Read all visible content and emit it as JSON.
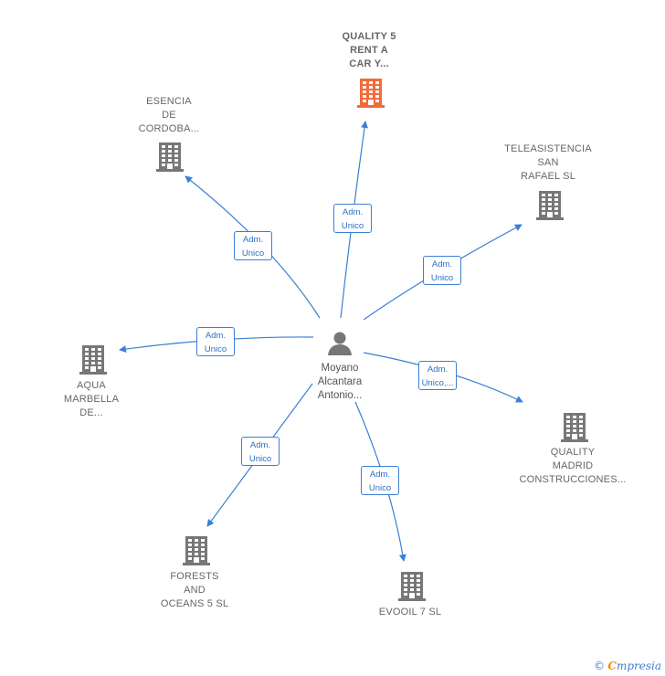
{
  "center": {
    "name_lines": [
      "Moyano",
      "Alcantara",
      "Antonio..."
    ],
    "icon": "person-icon"
  },
  "nodes": [
    {
      "id": "quality5",
      "lines": [
        "QUALITY 5",
        "RENT A",
        "CAR Y..."
      ],
      "icon": "building-icon",
      "highlight": true,
      "color": "#f26b3a"
    },
    {
      "id": "esencia",
      "lines": [
        "ESENCIA",
        "DE",
        "CORDOBA..."
      ],
      "icon": "building-icon",
      "highlight": false,
      "color": "#777777"
    },
    {
      "id": "teleasistencia",
      "lines": [
        "TELEASISTENCIA",
        "SAN",
        "RAFAEL SL"
      ],
      "icon": "building-icon",
      "highlight": false,
      "color": "#777777"
    },
    {
      "id": "aqua",
      "lines": [
        "AQUA",
        "MARBELLA",
        "DE..."
      ],
      "icon": "building-icon",
      "highlight": false,
      "color": "#777777"
    },
    {
      "id": "quality-madrid",
      "lines": [
        "QUALITY",
        "MADRID",
        "CONSTRUCCIONES..."
      ],
      "icon": "building-icon",
      "highlight": false,
      "color": "#777777"
    },
    {
      "id": "forests",
      "lines": [
        "FORESTS",
        "AND",
        "OCEANS 5  SL"
      ],
      "icon": "building-icon",
      "highlight": false,
      "color": "#777777"
    },
    {
      "id": "evooil",
      "lines": [
        "EVOOIL 7 SL"
      ],
      "icon": "building-icon",
      "highlight": false,
      "color": "#777777"
    }
  ],
  "edges": [
    {
      "to": "quality5",
      "label_lines": [
        "Adm.",
        "Unico"
      ]
    },
    {
      "to": "esencia",
      "label_lines": [
        "Adm.",
        "Unico"
      ]
    },
    {
      "to": "teleasistencia",
      "label_lines": [
        "Adm.",
        "Unico"
      ]
    },
    {
      "to": "aqua",
      "label_lines": [
        "Adm.",
        "Unico"
      ]
    },
    {
      "to": "quality-madrid",
      "label_lines": [
        "Adm.",
        "Unico,..."
      ]
    },
    {
      "to": "forests",
      "label_lines": [
        "Adm.",
        "Unico"
      ]
    },
    {
      "to": "evooil",
      "label_lines": [
        "Adm.",
        "Unico"
      ]
    }
  ],
  "colors": {
    "edge": "#3a7fd5",
    "building": "#777777",
    "highlight": "#f26b3a"
  },
  "footer": {
    "copyright": "©",
    "brand_first": "C",
    "brand_rest": "mpresia"
  }
}
